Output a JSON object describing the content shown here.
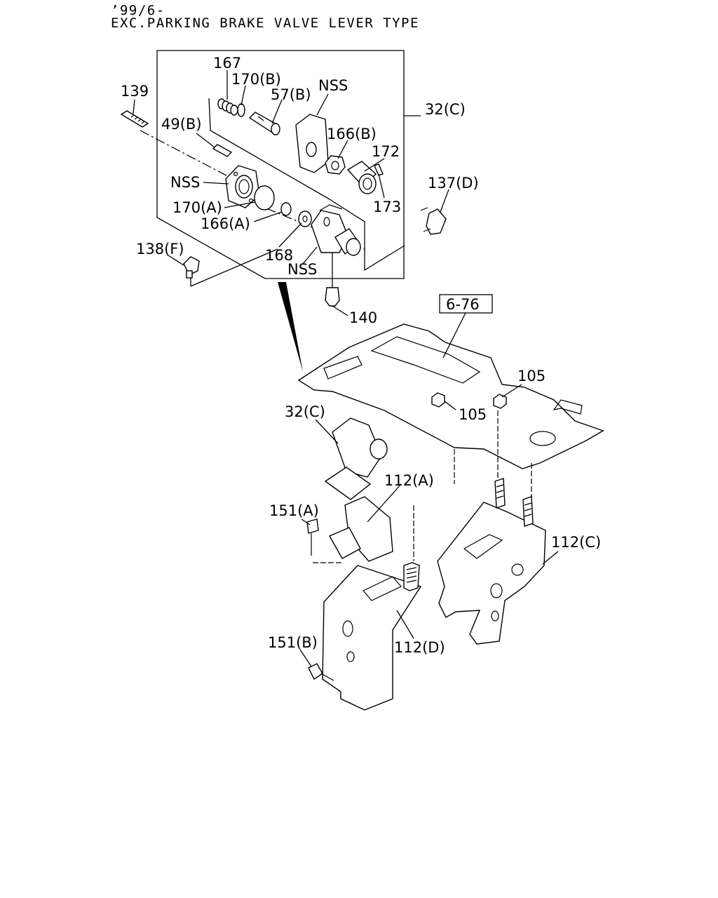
{
  "header": {
    "line1": "’99/6-",
    "line2": "EXC.PARKING BRAKE VALVE LEVER TYPE"
  },
  "labels": {
    "l167": "167",
    "l170b": "170(B)",
    "l57b": "57(B)",
    "nss_top": "NSS",
    "l139": "139",
    "l49b": "49(B)",
    "l32c_box": "32(C)",
    "l166b": "166(B)",
    "l172": "172",
    "nss_left": "NSS",
    "l173": "173",
    "l137d": "137(D)",
    "l170a": "170(A)",
    "l166a": "166(A)",
    "l138f": "138(F)",
    "l168": "168",
    "nss_bottom": "NSS",
    "l140": "140",
    "ref676": "6-76",
    "l105a": "105",
    "l105b": "105",
    "l32c": "32(C)",
    "l112a": "112(A)",
    "l151a": "151(A)",
    "l112c": "112(C)",
    "l112d": "112(D)",
    "l151b": "151(B)"
  }
}
